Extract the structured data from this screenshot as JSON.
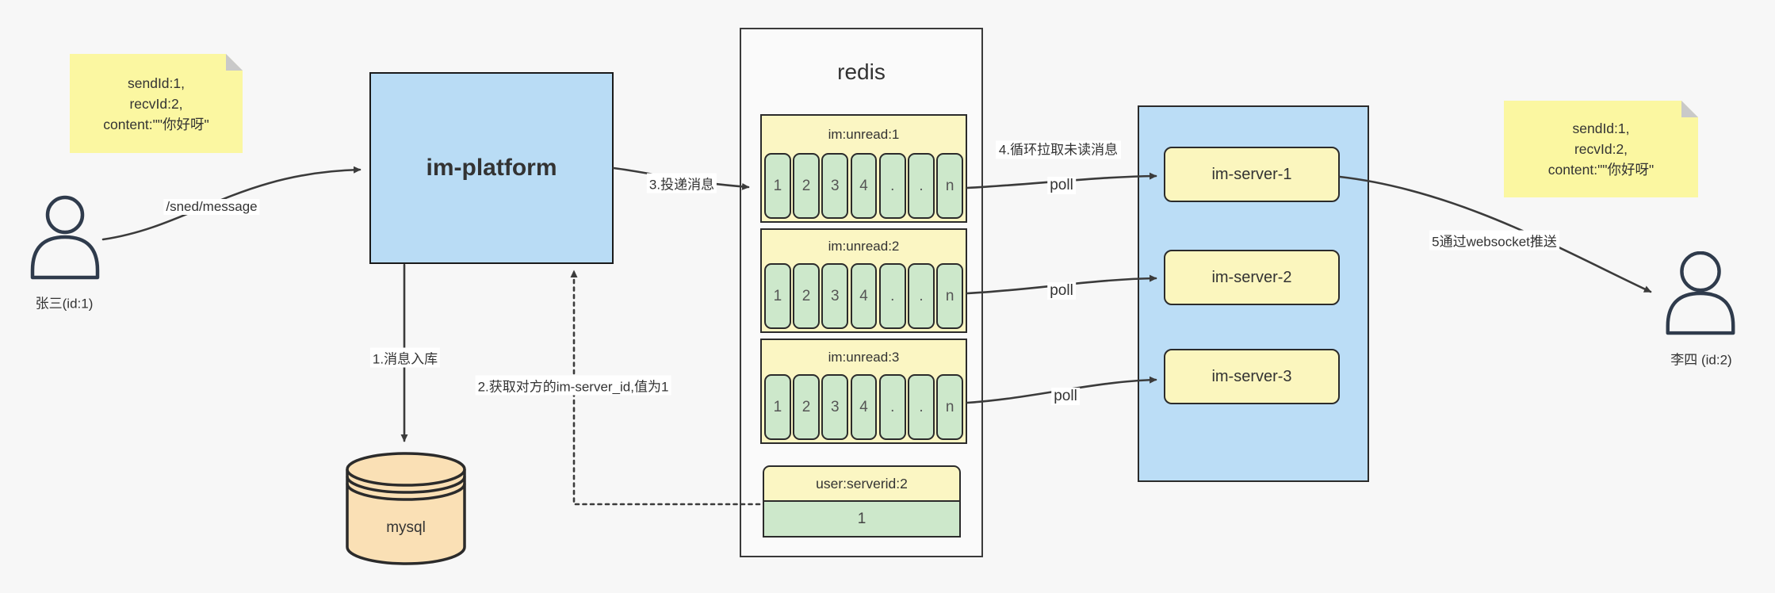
{
  "page": {
    "background": "#f7f7f7"
  },
  "colors": {
    "arrow": "#3b3b3b",
    "platform_fill": "#b9dcf5",
    "cluster_fill": "#bbddf6",
    "note_fill": "#fbf7a1",
    "queue_header_fill": "#fbf6c3",
    "cell_fill": "#cde8cb",
    "server_fill": "#fbf6be",
    "mysql_fill": "#fae0b5",
    "actor_stroke": "#2f3b4c"
  },
  "actors": {
    "sender": {
      "label": "张三(id:1)"
    },
    "receiver": {
      "label": "李四 (id:2)"
    }
  },
  "notes": {
    "sender_note": {
      "lines": [
        "sendId:1,",
        "recvId:2,",
        "content:\"\"你好呀\""
      ]
    },
    "receiver_note": {
      "lines": [
        "sendId:1,",
        "recvId:2,",
        "content:\"\"你好呀\""
      ]
    }
  },
  "platform": {
    "label": "im-platform"
  },
  "database": {
    "label": "mysql"
  },
  "redis": {
    "title": "redis",
    "queues": [
      {
        "name": "im:unread:1",
        "cells": [
          "1",
          "2",
          "3",
          "4",
          ".",
          ".",
          "n"
        ]
      },
      {
        "name": "im:unread:2",
        "cells": [
          "1",
          "2",
          "3",
          "4",
          ".",
          ".",
          "n"
        ]
      },
      {
        "name": "im:unread:3",
        "cells": [
          "1",
          "2",
          "3",
          "4",
          ".",
          ".",
          "n"
        ]
      }
    ],
    "kv": {
      "key": "user:serverid:2",
      "value": "1"
    }
  },
  "cluster": {
    "servers": [
      {
        "label": "im-server-1"
      },
      {
        "label": "im-server-2"
      },
      {
        "label": "im-server-3"
      }
    ]
  },
  "flows": {
    "send_api": "/sned/message",
    "step1": "1.消息入库",
    "step2": "2.获取对方的im-server_id,值为1",
    "step3": "3.投递消息",
    "step4": "4.循环拉取未读消息",
    "step5": "5通过websocket推送",
    "poll": "poll"
  }
}
